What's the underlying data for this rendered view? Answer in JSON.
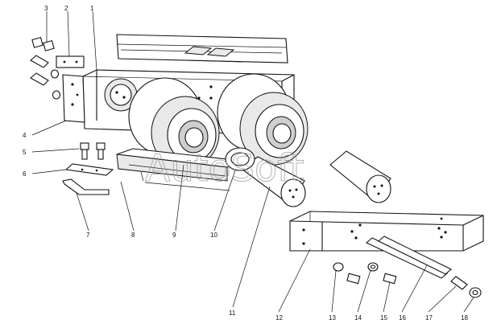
{
  "watermark": "AutoSoft",
  "callouts": [
    "1",
    "2",
    "3",
    "4",
    "5",
    "6",
    "7",
    "8",
    "9",
    "10",
    "11",
    "12",
    "13",
    "14",
    "15",
    "16",
    "17",
    "18"
  ]
}
